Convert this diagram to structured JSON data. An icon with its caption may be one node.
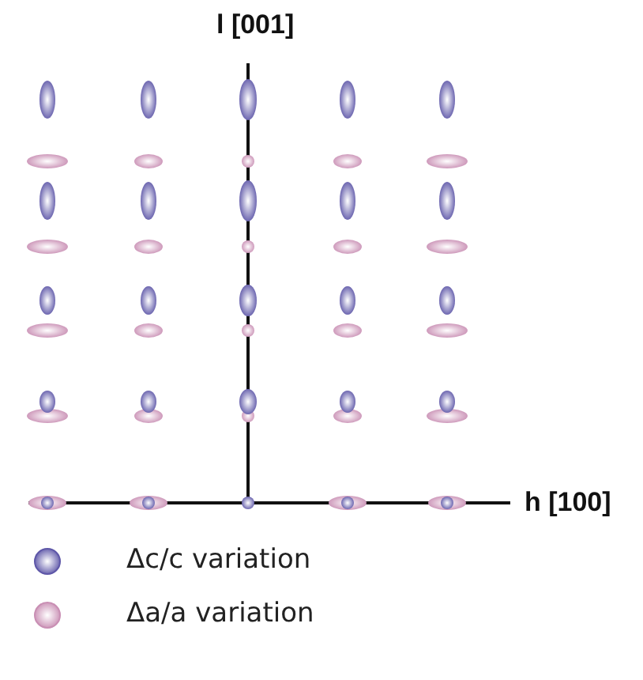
{
  "diagram": {
    "labels": [
      "l [001]",
      "h [100]"
    ],
    "legend": [
      {
        "text": "Δc/c variation",
        "color": "#5e57a8"
      },
      {
        "text": "Δa/a variation",
        "color": "#c98fb4"
      }
    ]
  }
}
